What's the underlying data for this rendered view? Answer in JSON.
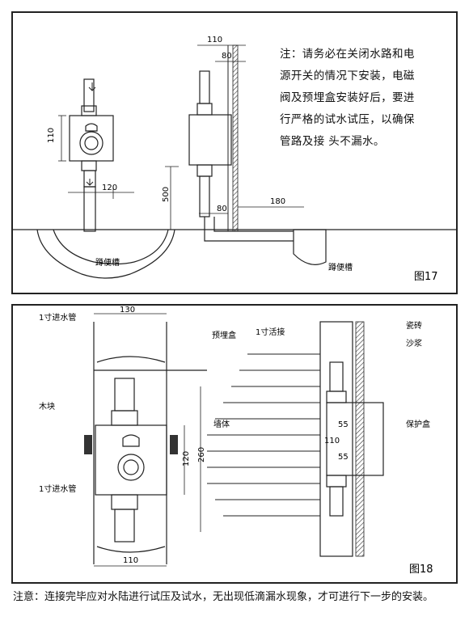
{
  "fig17": {
    "note_lines": [
      "注：请务必在关闭水路和电",
      "源开关的情况下安装，电磁",
      "阀及预埋盒安装好后，要进",
      "行严格的试水试压，以确保",
      "管路及接 头不漏水。"
    ],
    "label": "图17",
    "toilet_label_left": "蹲便槽",
    "toilet_label_right": "蹲便槽",
    "dims": {
      "d110_top": "110",
      "d80_top": "80",
      "d110_left": "110",
      "d120": "120",
      "d500": "500",
      "d80_bottom": "80",
      "d180": "180"
    }
  },
  "fig18": {
    "label": "图18",
    "dims": {
      "d130": "130",
      "d120": "120",
      "d260": "260",
      "d110_bottom": "110",
      "d55_top": "55",
      "d110_mid": "110",
      "d55_bottom": "55"
    },
    "labels": {
      "inlet_top": "1寸进水管",
      "wood": "木块",
      "inlet_bottom": "1寸进水管",
      "box": "预埋盒",
      "union": "1寸活接",
      "wall": "墙体",
      "tile": "瓷砖",
      "mortar": "沙浆",
      "cover": "保护盒"
    }
  },
  "bottom_note": "注意：连接完毕应对水陆进行试压及试水，无出现低滴漏水现象，才可进行下一步的安装。"
}
